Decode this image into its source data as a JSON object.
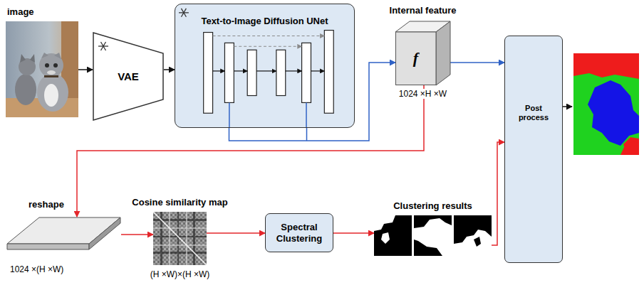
{
  "diagram": {
    "nodes": [
      {
        "text": [
          "image"
        ]
      },
      {
        "text": [
          "VAE"
        ]
      },
      {
        "text": [
          "Text-to-Image Diffusion UNet"
        ]
      },
      {
        "text": [
          "Internal feature",
          "f",
          "1024 ×H ×W"
        ]
      },
      {
        "text": [
          "Post process"
        ]
      },
      {
        "text": [
          "reshape",
          "1024 ×(H ×W)"
        ]
      },
      {
        "text": [
          "Cosine similarity map",
          "(H ×W)×(H ×W)"
        ]
      },
      {
        "text": [
          "Spectral Clustering"
        ]
      },
      {
        "text": [
          "Clustering results"
        ]
      }
    ],
    "edges": [
      {
        "from": 0,
        "to": 1,
        "arrow": "to"
      },
      {
        "from": 1,
        "to": 2,
        "arrow": "to"
      },
      {
        "from": 2,
        "to": 3,
        "arrow": "to"
      },
      {
        "from": 3,
        "to": 4,
        "arrow": "to"
      },
      {
        "from": 3,
        "to": 5,
        "arrow": "to"
      },
      {
        "from": 5,
        "to": 6,
        "arrow": "to"
      },
      {
        "from": 6,
        "to": 7,
        "arrow": "to"
      },
      {
        "from": 7,
        "to": 8,
        "arrow": "to"
      },
      {
        "from": 8,
        "to": 4,
        "arrow": "to"
      }
    ]
  }
}
